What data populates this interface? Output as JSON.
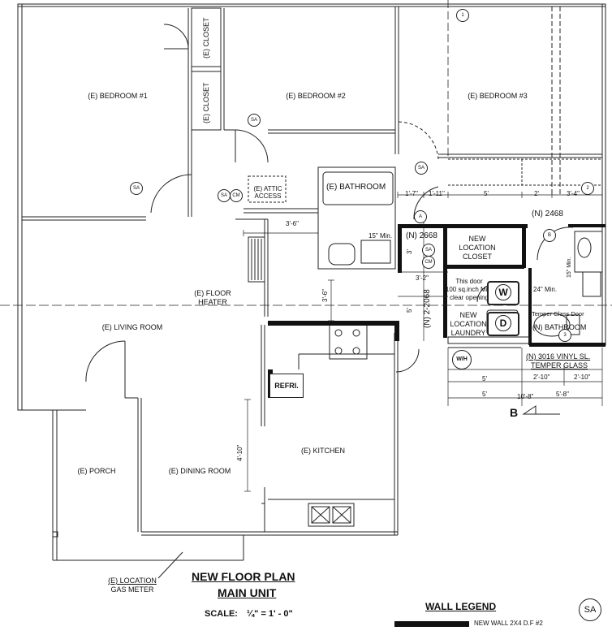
{
  "rooms": {
    "bedroom1": "(E) BEDROOM #1",
    "bedroom2": "(E) BEDROOM #2",
    "bedroom3": "(E) BEDROOM #3",
    "closet1": "(E) CLOSET",
    "closet2": "(E) CLOSET",
    "bathroom_existing": "(E) BATHROOM",
    "attic_line1": "(E) ATTIC",
    "attic_line2": "ACCESS",
    "floor_heater_line1": "(E) FLOOR",
    "floor_heater_line2": "HEATER",
    "living_room": "(E) LIVING ROOM",
    "kitchen": "(E) KITCHEN",
    "porch": "(E) PORCH",
    "dining_room": "(E) DINING ROOM",
    "refri": "REFRI.",
    "new_closet_line1": "NEW",
    "new_closet_line2": "LOCATION",
    "new_closet_line3": "CLOSET",
    "new_laundry_line1": "NEW",
    "new_laundry_line2": "LOCATION",
    "new_laundry_line3": "LAUNDRY",
    "new_bathroom": "(N) BATHROOM",
    "gas_meter_line1": "(E) LOCATION",
    "gas_meter_line2": "GAS METER"
  },
  "notes": {
    "door_note_line1": "This door",
    "door_note_line2": "100 sq.inch Min.",
    "door_note_line3": "clear opening",
    "temper_glass_door": "Temper Glass Door",
    "vinyl_line1": "(N) 3016 VINYL SL.",
    "vinyl_line2": "TEMPER GLASS",
    "min15": "15\" Min.",
    "min24": "24\" Min.",
    "min15v": "15\" Min."
  },
  "door_tags": {
    "d2668": "(N) 2668",
    "d2468": "(N) 2468",
    "d2068": "(N) 2-2068"
  },
  "dimensions": {
    "d1": "1'-7\"",
    "d2": "1'-11\"",
    "d3": "5'",
    "d4": "2'",
    "d5": "3'-4\"",
    "d6": "3'-6\"",
    "d7": "3'-6\"",
    "d8": "4'-10\"",
    "d9": "3'",
    "d10": "3'-2\"",
    "d11": "5'",
    "d12": "5'",
    "d13": "2'-10\"",
    "d14": "2'-10\"",
    "d15": "5'",
    "d16": "5'-8\"",
    "d17": "10'-8\""
  },
  "symbols": {
    "sa": "SA",
    "cm": "CM",
    "washer": "W",
    "dryer": "D",
    "water_heater": "W/H",
    "tag_a": "A",
    "tag_b": "B",
    "tag_1": "1",
    "tag_2": "2",
    "tag_3": "3",
    "section_b": "B"
  },
  "titles": {
    "line1": "NEW FLOOR PLAN",
    "line2": "MAIN UNIT",
    "scale_label": "SCALE:",
    "scale_value": "¼\" = 1' - 0\""
  },
  "legend": {
    "title": "WALL LEGEND",
    "new_wall": "NEW  WALL 2X4 D.F #2",
    "sa_symbol": "SA"
  }
}
